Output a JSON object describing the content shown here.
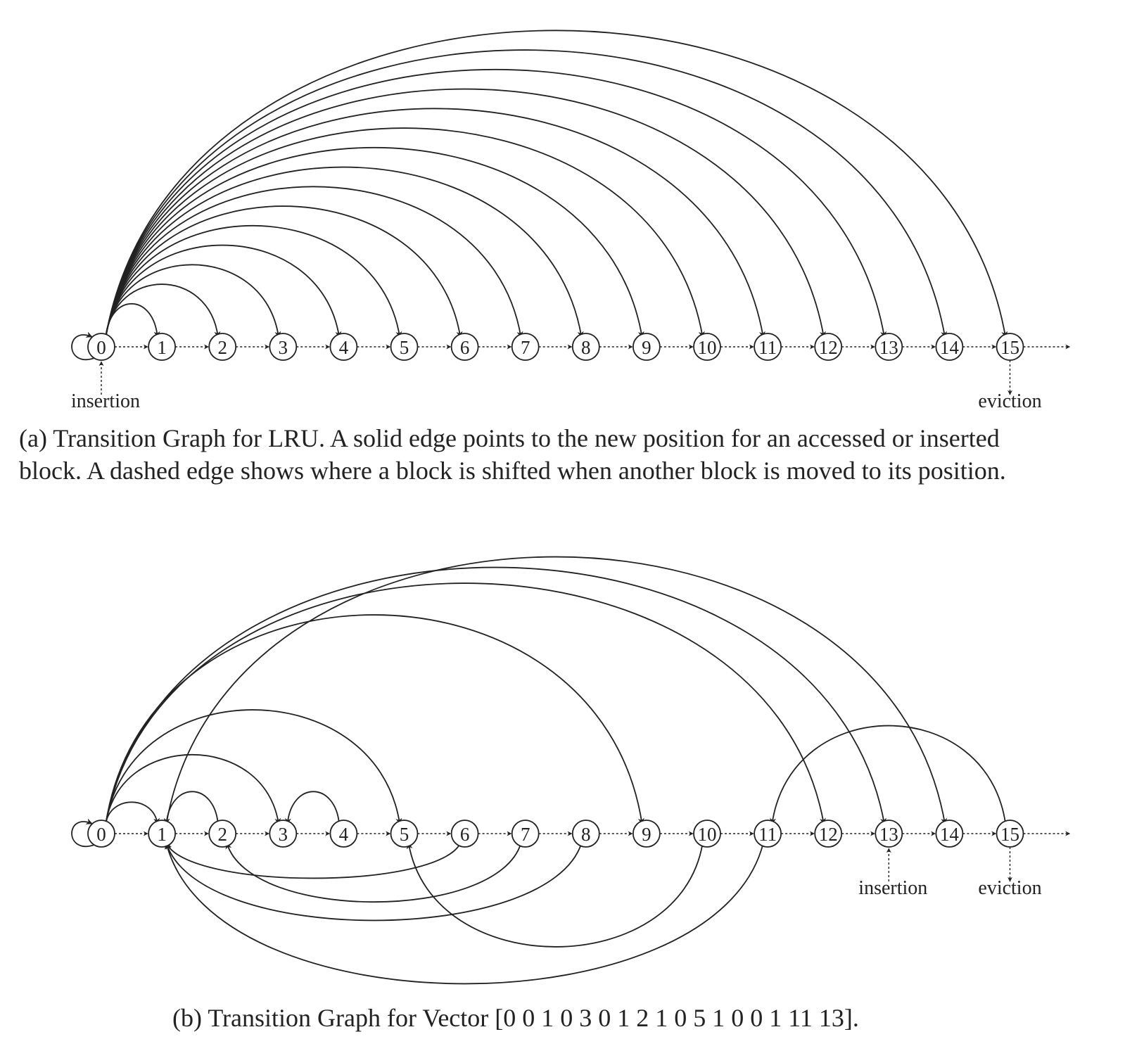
{
  "graph_a": {
    "nodes": [
      "0",
      "1",
      "2",
      "3",
      "4",
      "5",
      "6",
      "7",
      "8",
      "9",
      "10",
      "11",
      "12",
      "13",
      "14",
      "15"
    ],
    "solid_edges": [
      [
        0,
        0
      ],
      [
        0,
        1
      ],
      [
        0,
        2
      ],
      [
        0,
        3
      ],
      [
        0,
        4
      ],
      [
        0,
        5
      ],
      [
        0,
        6
      ],
      [
        0,
        7
      ],
      [
        0,
        8
      ],
      [
        0,
        9
      ],
      [
        0,
        10
      ],
      [
        0,
        11
      ],
      [
        0,
        12
      ],
      [
        0,
        13
      ],
      [
        0,
        14
      ],
      [
        0,
        15
      ]
    ],
    "insertion_label": "insertion",
    "insertion_node": 0,
    "eviction_label": "eviction",
    "eviction_node": 15,
    "caption_line1": "(a) Transition Graph for LRU. A solid edge points to the new position for an accessed or inserted",
    "caption_line2": "block. A dashed edge shows where a block is shifted when another block is moved to its position."
  },
  "graph_b": {
    "nodes": [
      "0",
      "1",
      "2",
      "3",
      "4",
      "5",
      "6",
      "7",
      "8",
      "9",
      "10",
      "11",
      "12",
      "13",
      "14",
      "15"
    ],
    "solid_edges": [
      [
        0,
        0
      ],
      [
        0,
        1
      ],
      [
        1,
        14
      ],
      [
        2,
        1
      ],
      [
        0,
        3
      ],
      [
        4,
        3
      ],
      [
        0,
        5
      ],
      [
        6,
        1
      ],
      [
        7,
        2
      ],
      [
        8,
        1
      ],
      [
        0,
        9
      ],
      [
        10,
        5
      ],
      [
        11,
        1
      ],
      [
        0,
        12
      ],
      [
        0,
        13
      ],
      [
        15,
        11
      ]
    ],
    "insertion_label": "insertion",
    "insertion_node": 13,
    "eviction_label": "eviction",
    "eviction_node": 15,
    "caption": "(b) Transition Graph for Vector  [0 0 1 0 3 0 1 2 1 0 5 1 0 0 1 11 13]."
  }
}
